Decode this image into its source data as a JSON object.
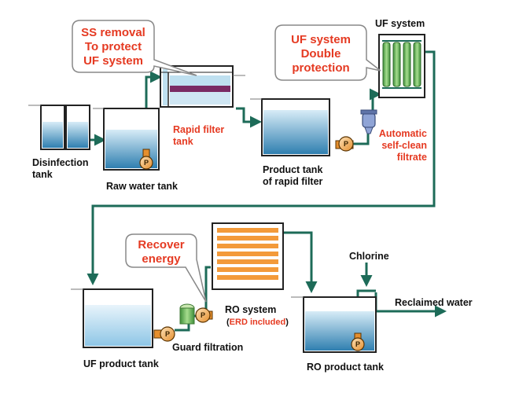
{
  "labels": {
    "disinfection_tank_1": "Disinfection",
    "disinfection_tank_2": "tank",
    "raw_water_tank": "Raw water tank",
    "rapid_filter_tank_1": "Rapid filter",
    "rapid_filter_tank_2": "tank",
    "product_tank_1": "Product tank",
    "product_tank_2": "of rapid filter",
    "auto_self_clean_1": "Automatic",
    "auto_self_clean_2": "self-clean",
    "auto_self_clean_3": "filtrate",
    "uf_system": "UF system",
    "uf_product_tank": "UF product tank",
    "guard_filtration": "Guard filtration",
    "ro_system": "RO system",
    "erd_open": "(",
    "erd_included": "ERD included",
    "erd_close": ")",
    "chlorine": "Chlorine",
    "reclaimed_water": "Reclaimed water",
    "ro_product_tank": "RO product tank"
  },
  "callouts": {
    "ss_removal": [
      "SS removal",
      "To protect",
      "UF system"
    ],
    "uf_double": [
      "UF system",
      "Double",
      "protection"
    ],
    "recover_energy": [
      "Recover",
      "energy"
    ]
  },
  "pump_symbol": "P",
  "colors": {
    "pipe": "#1d6b58",
    "water_light": "#bfe0f0",
    "water_dark": "#2f7fb0",
    "red_text": "#e53a22",
    "pump": "#f0b36a",
    "ro_stripe": "#f39a3a",
    "uf_module": "#7cc46a"
  }
}
